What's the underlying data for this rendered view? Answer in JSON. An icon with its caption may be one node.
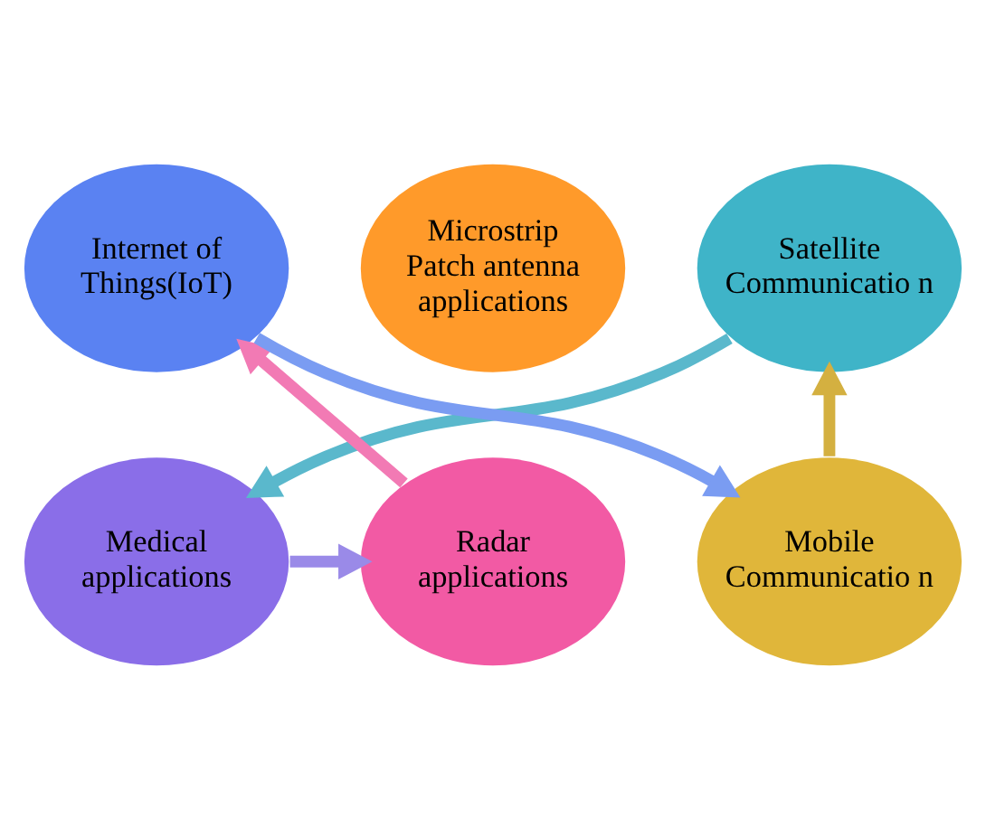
{
  "diagram": {
    "nodes": [
      {
        "text": [
          "Microstrip Patch antenna applications"
        ]
      },
      {
        "text": [
          "Mobile Communicatio n"
        ]
      },
      {
        "text": [
          "Satellite Communicatio n"
        ]
      },
      {
        "text": [
          "Medical applications"
        ]
      },
      {
        "text": [
          "Radar applications"
        ]
      },
      {
        "text": [
          "Internet of Things(IoT)"
        ]
      }
    ],
    "edges": [
      {
        "from": 1,
        "to": 2,
        "arrow": "to",
        "color": "#d4b040"
      },
      {
        "from": 2,
        "to": 3,
        "arrow": "to",
        "color": "#5ab8cc"
      },
      {
        "from": 3,
        "to": 4,
        "arrow": "to",
        "color": "#9a8ae8"
      },
      {
        "from": 4,
        "to": 5,
        "arrow": "to",
        "color": "#f27ab4"
      },
      {
        "from": 5,
        "to": 1,
        "arrow": "to",
        "color": "#7a9cf2"
      }
    ]
  }
}
